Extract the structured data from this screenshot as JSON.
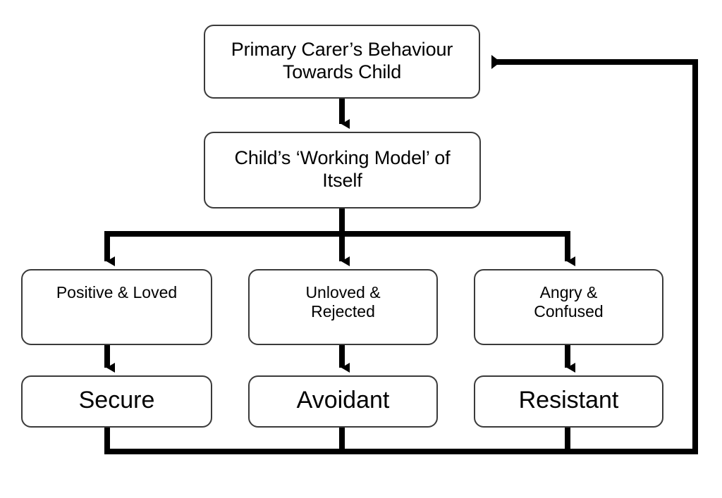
{
  "diagram": {
    "title": "Attachment Styles Flowchart",
    "type": "flowchart",
    "background_color": "#ffffff",
    "node_border_color": "#3a3a3a",
    "connector_color": "#000000"
  },
  "nodes": {
    "primary_carer": {
      "label": "Primary Carer’s Behaviour\nTowards Child",
      "row": 1
    },
    "working_model": {
      "label": "Child’s ‘Working Model’ of\nItself",
      "row": 2
    },
    "model_positive": {
      "label": "Positive & Loved",
      "row": 3,
      "column": 1
    },
    "model_unloved": {
      "label": "Unloved &\nRejected",
      "row": 3,
      "column": 2
    },
    "model_angry": {
      "label": "Angry &\nConfused",
      "row": 3,
      "column": 3
    },
    "outcome_secure": {
      "label": "Secure",
      "row": 4,
      "column": 1
    },
    "outcome_avoidant": {
      "label": "Avoidant",
      "row": 4,
      "column": 2
    },
    "outcome_resistant": {
      "label": "Resistant",
      "row": 4,
      "column": 3
    }
  },
  "connectors": [
    {
      "name": "carer-to-working-model",
      "from": "primary_carer",
      "to": "working_model",
      "style": "arrow-down"
    },
    {
      "name": "working-model-branch",
      "from": "working_model",
      "to": [
        "model_positive",
        "model_unloved",
        "model_angry"
      ],
      "style": "split-three-arrows-down"
    },
    {
      "name": "positive-to-secure",
      "from": "model_positive",
      "to": "outcome_secure",
      "style": "arrow-down"
    },
    {
      "name": "unloved-to-avoidant",
      "from": "model_unloved",
      "to": "outcome_avoidant",
      "style": "arrow-down"
    },
    {
      "name": "angry-to-resistant",
      "from": "model_angry",
      "to": "outcome_resistant",
      "style": "arrow-down"
    },
    {
      "name": "outcomes-feedback-to-carer",
      "from": [
        "outcome_secure",
        "outcome_avoidant",
        "outcome_resistant"
      ],
      "to": "primary_carer",
      "style": "merge-loop-arrow-left"
    }
  ]
}
